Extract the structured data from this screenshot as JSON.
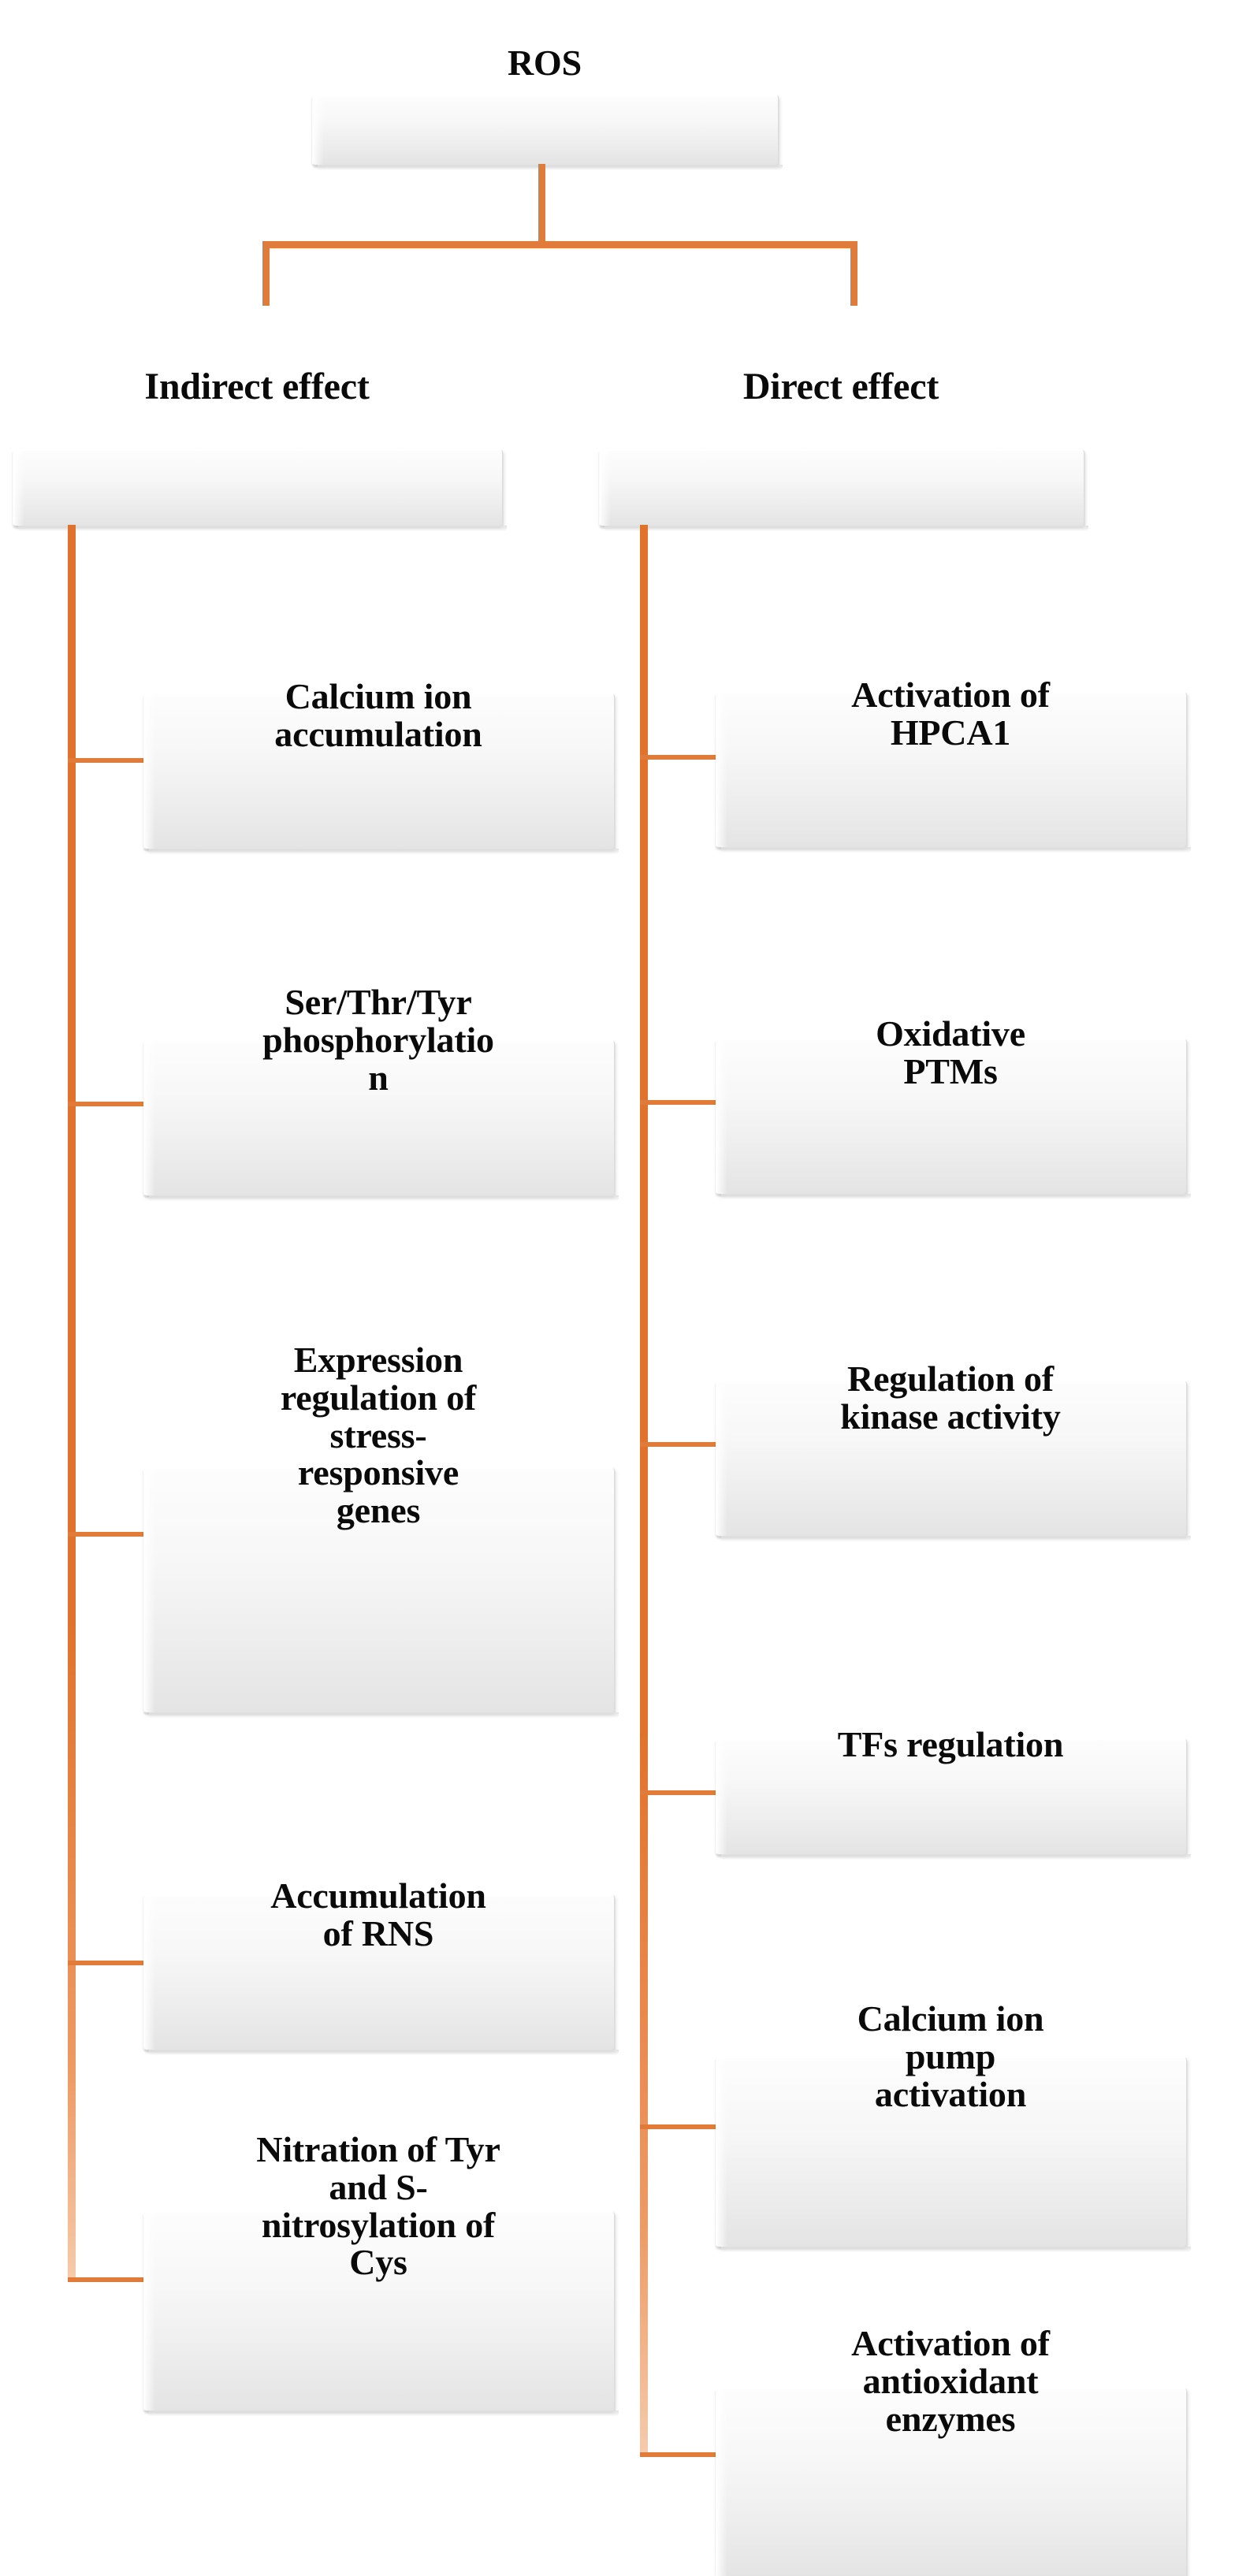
{
  "diagram": {
    "title": "ROS signalling effects hierarchy",
    "accent_color": "#E07B39",
    "box_fill": "#f2f2f2",
    "text_color": "#0a0a0a",
    "root": {
      "label": "ROS"
    },
    "branches": [
      {
        "label": "Indirect effect",
        "children": [
          {
            "label": "Calcium ion\naccumulation"
          },
          {
            "label": "Ser/Thr/Tyr\nphosphorylatio\nn"
          },
          {
            "label": "Expression\nregulation of\nstress-\nresponsive\ngenes"
          },
          {
            "label": "Accumulation\nof RNS"
          },
          {
            "label": "Nitration of Tyr\nand S-\nnitrosylation of\nCys"
          }
        ]
      },
      {
        "label": "Direct effect",
        "children": [
          {
            "label": "Activation of\nHPCA1"
          },
          {
            "label": "Oxidative\nPTMs"
          },
          {
            "label": "Regulation of\nkinase activity"
          },
          {
            "label": "TFs regulation"
          },
          {
            "label": "Calcium ion\npump\nactivation"
          },
          {
            "label": "Activation of\nantioxidant\nenzymes"
          }
        ]
      }
    ]
  }
}
